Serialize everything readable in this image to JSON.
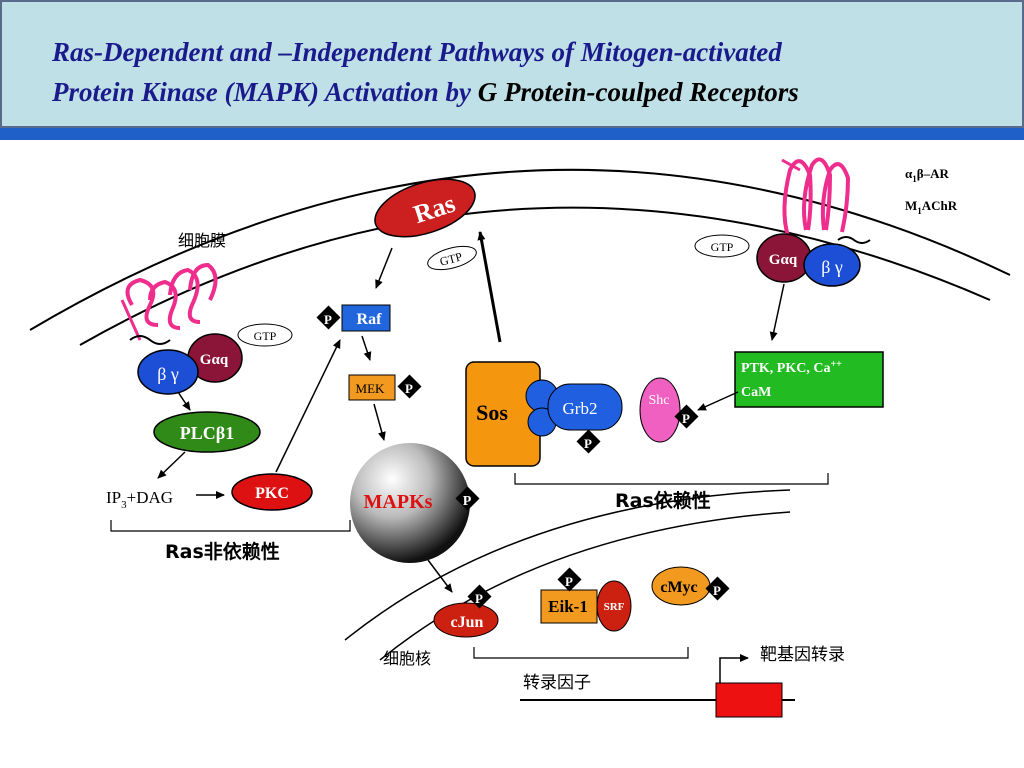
{
  "title": {
    "line1": "Ras-Dependent and –Independent Pathways of Mitogen-activated",
    "line2_a": "Protein Kinase (MAPK) Activation by ",
    "line2_b": "G Protein-coulped Receptors"
  },
  "labels": {
    "membrane": "细胞膜",
    "nucleus": "细胞核",
    "receptor_alpha": "α",
    "receptor_alpha_sub": "1",
    "receptor_alpha_rest": "β–AR",
    "receptor_m": "M",
    "receptor_m_sub": "1",
    "receptor_m_rest": "AChR",
    "ras": "Ras",
    "gtp": "GTP",
    "galphaq": "Gαq",
    "beta_gamma": "β γ",
    "raf": "Raf",
    "p": "P",
    "mek": "MEK",
    "plc": "PLCβ1",
    "ip3_a": "IP",
    "ip3_sub": "3",
    "ip3_b": "+DAG",
    "pkc": "PKC",
    "mapks": "MAPKs",
    "sos": "Sos",
    "grb2": "Grb2",
    "shc": "Shc",
    "ptk_line1": "PTK, PKC, Ca",
    "ptk_sup": "++",
    "ptk_line2": "CaM",
    "ras_dependent": "Ras依赖性",
    "ras_independent": "Ras非依赖性",
    "cjun": "cJun",
    "eik": "Eik-1",
    "srf": "SRF",
    "cmyc": "cMyc",
    "transcription_factors": "转录因子",
    "target_gene": "靶基因转录"
  },
  "colors": {
    "title_bg": "#bfe0e6",
    "title_text": "#1a1a8c",
    "title_rule": "#1e5fc8",
    "ras": "#cc1f1f",
    "galphaq": "#8b1538",
    "beta_gamma": "#1d4fd6",
    "raf": "#2266dd",
    "mek": "#f29a1f",
    "plc": "#2f8a18",
    "pkc": "#dd1111",
    "sos": "#f5960f",
    "grb2": "#1f5fe0",
    "shc": "#f060c0",
    "ptk": "#22bb22",
    "cjun": "#cc2010",
    "eik": "#f29a1f",
    "srf": "#cc2010",
    "cmyc": "#f29a1f",
    "gene_box": "#ee1111",
    "receptor": "#ee2d8c"
  }
}
